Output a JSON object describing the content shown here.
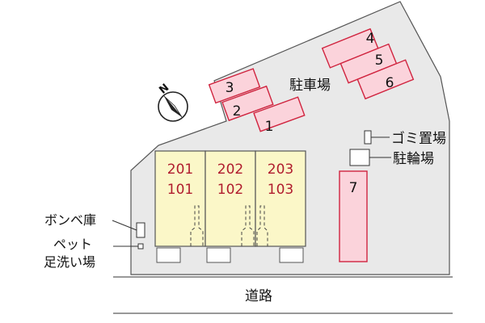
{
  "colors": {
    "site_fill": "#e9e9e9",
    "site_stroke": "#555555",
    "parking_fill": "#fbd3db",
    "parking_stroke": "#d0243f",
    "building_fill": "#fbf7c8",
    "building_stroke": "#555555",
    "unit_text": "#b01c2e",
    "text": "#111111"
  },
  "parking": {
    "label": "駐車場",
    "spaces": [
      "1",
      "2",
      "3",
      "4",
      "5",
      "6",
      "7"
    ]
  },
  "building": {
    "units": [
      {
        "upper": "201",
        "lower": "101"
      },
      {
        "upper": "202",
        "lower": "102"
      },
      {
        "upper": "203",
        "lower": "103"
      }
    ]
  },
  "facilities": {
    "garbage": "ゴミ置場",
    "bicycle": "駐輪場",
    "gas_cylinder": "ボンベ庫",
    "pet_wash_line1": "ペット",
    "pet_wash_line2": "足洗い場"
  },
  "road": {
    "label": "道路"
  },
  "compass": {
    "north_label": "N",
    "icon": "north-arrow-icon"
  }
}
